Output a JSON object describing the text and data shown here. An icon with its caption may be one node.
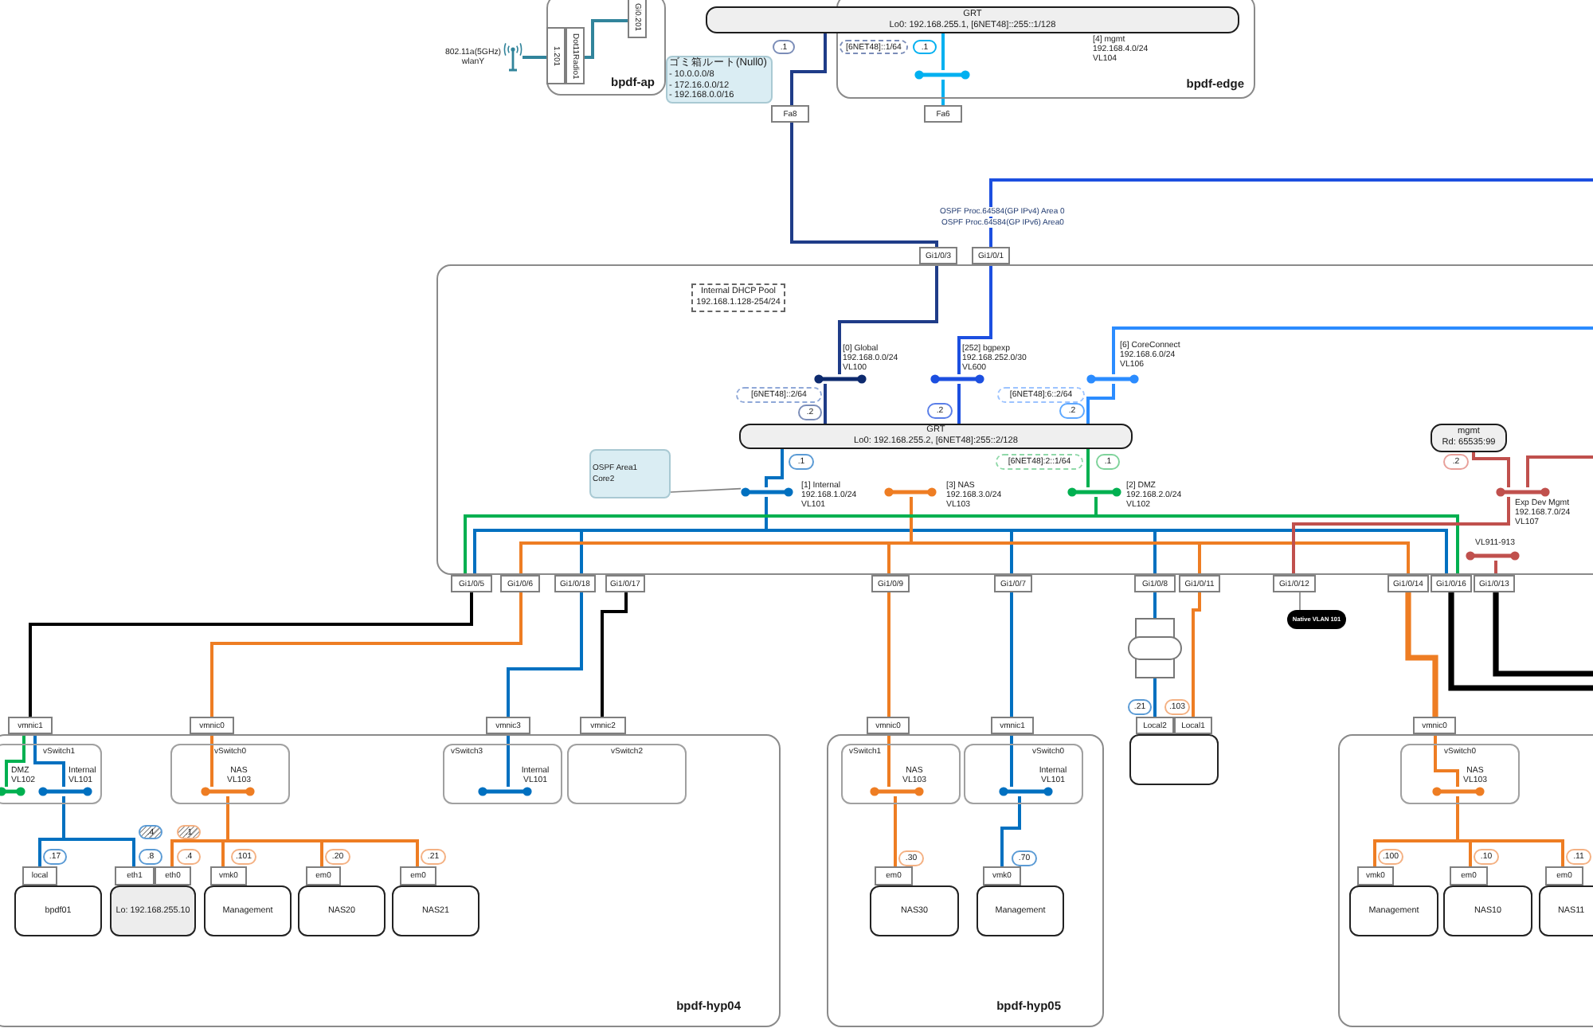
{
  "diagram": {
    "nodes": [
      {
        "text": [
          "bpdf-ap"
        ]
      },
      {
        "text": [
          "1.201"
        ],
        "in": 0
      },
      {
        "text": [
          "Dot11Radio1"
        ],
        "in": 0
      },
      {
        "text": [
          "Gi0.201"
        ],
        "in": 0
      },
      {
        "text": [],
        "shape": "picture",
        "beside": [
          "802.11a(5GHz) wlanY"
        ]
      },
      {
        "text": [
          "bpdf-edge"
        ]
      },
      {
        "text": [
          "GRT",
          "Lo0: 192.168.255.1, [6NET48]::255::1/128"
        ]
      },
      {
        "text": [
          "ゴミ箱ルート(Null0)",
          "- 10.0.0.0/8",
          "- 172.16.0.0/12",
          "- 192.168.0.0/16"
        ]
      },
      {
        "text": [
          ".1"
        ]
      },
      {
        "text": [
          "[6NET48]::1/64"
        ],
        "in": 5
      },
      {
        "text": [
          ".1"
        ],
        "in": 5
      },
      {
        "text": [],
        "shape": "bar",
        "beside": [
          "[4] mgmt",
          "192.168.4.0/24",
          "VL104"
        ],
        "in": 5
      },
      {
        "text": [
          "Fa8"
        ]
      },
      {
        "text": [
          "Fa6"
        ]
      },
      {
        "text": [],
        "shape": "box"
      },
      {
        "text": [
          "Gi1/0/3"
        ]
      },
      {
        "text": [
          "Gi1/0/1"
        ]
      },
      {
        "text": [
          "Internal DHCP Pool",
          "192.168.1.128-254/24"
        ],
        "in": 14
      },
      {
        "text": [],
        "shape": "bar",
        "beside": [
          "[0] Global",
          "192.168.0.0/24",
          "VL100"
        ],
        "in": 14
      },
      {
        "text": [],
        "shape": "bar",
        "beside": [
          "[252] bgpexp",
          "192.168.252.0/30",
          "VL600"
        ],
        "in": 14
      },
      {
        "text": [],
        "shape": "bar",
        "beside": [
          "[6] CoreConnect",
          "192.168.6.0/24",
          "VL106"
        ],
        "in": 14
      },
      {
        "text": [
          "[6NET48]::2/64"
        ],
        "in": 14
      },
      {
        "text": [
          ".2"
        ],
        "in": 14
      },
      {
        "text": [
          ".2"
        ],
        "in": 14
      },
      {
        "text": [
          "[6NET48]:6::2/64"
        ],
        "in": 14
      },
      {
        "text": [
          ".2"
        ],
        "in": 14
      },
      {
        "text": [
          "GRT",
          "Lo0: 192.168.255.2, [6NET48]:255::2/128"
        ],
        "in": 14
      },
      {
        "text": [
          ".1"
        ],
        "in": 14
      },
      {
        "text": [
          "[6NET48]:2::1/64"
        ],
        "in": 14
      },
      {
        "text": [
          ".1"
        ],
        "in": 14
      },
      {
        "text": [
          "OSPF Area1",
          "Core2"
        ],
        "in": 14
      },
      {
        "text": [],
        "shape": "bar",
        "beside": [
          "[1] Internal",
          "192.168.1.0/24",
          "VL101"
        ],
        "in": 14
      },
      {
        "text": [],
        "shape": "bar",
        "beside": [
          "[3] NAS",
          "192.168.3.0/24",
          "VL103"
        ],
        "in": 14
      },
      {
        "text": [],
        "shape": "bar",
        "beside": [
          "[2] DMZ",
          "192.168.2.0/24",
          "VL102"
        ],
        "in": 14
      },
      {
        "text": [
          "mgmt",
          "Rd: 65535:99"
        ],
        "in": 14
      },
      {
        "text": [
          ".2"
        ],
        "in": 14
      },
      {
        "text": [],
        "shape": "bar",
        "beside": [
          "Exp Dev Mgmt",
          "192.168.7.0/24",
          "VL107"
        ],
        "in": 14
      },
      {
        "text": [],
        "shape": "bar",
        "beside": [
          "VL911-913"
        ],
        "in": 14
      },
      {
        "text": [
          "Gi1/0/5"
        ]
      },
      {
        "text": [
          "Gi1/0/6"
        ]
      },
      {
        "text": [
          "Gi1/0/18"
        ]
      },
      {
        "text": [
          "Gi1/0/17"
        ]
      },
      {
        "text": [
          "Gi1/0/9"
        ]
      },
      {
        "text": [
          "Gi1/0/7"
        ]
      },
      {
        "text": [
          "Gi1/0/8"
        ]
      },
      {
        "text": [
          "Gi1/0/11"
        ]
      },
      {
        "text": [
          "Gi1/0/12"
        ]
      },
      {
        "text": [
          "Gi1/0/14"
        ]
      },
      {
        "text": [
          "Gi1/0/16"
        ]
      },
      {
        "text": [
          "Gi1/0/13"
        ]
      },
      {
        "text": [
          "Native VLAN 101"
        ]
      },
      {
        "text": [
          "bpdf-hyp04"
        ]
      },
      {
        "text": [
          "vmnic1"
        ]
      },
      {
        "text": [
          "vmnic0"
        ]
      },
      {
        "text": [
          "vmnic3"
        ]
      },
      {
        "text": [
          "vmnic2"
        ]
      },
      {
        "text": [
          "vSwitch1"
        ],
        "in": 51
      },
      {
        "text": [],
        "shape": "bar",
        "beside": [
          "DMZ",
          "VL102"
        ],
        "in": 56
      },
      {
        "text": [],
        "shape": "bar",
        "beside": [
          "Internal",
          "VL101"
        ],
        "in": 56
      },
      {
        "text": [
          "vSwitch0"
        ],
        "in": 51
      },
      {
        "text": [],
        "shape": "bar",
        "beside": [
          "NAS",
          "VL103"
        ],
        "in": 59
      },
      {
        "text": [
          "vSwitch3"
        ],
        "in": 51
      },
      {
        "text": [],
        "shape": "bar",
        "beside": [
          "Internal",
          "VL101"
        ],
        "in": 61
      },
      {
        "text": [
          "vSwitch2"
        ],
        "in": 51
      },
      {
        "text": [
          ".17"
        ],
        "in": 51
      },
      {
        "text": [
          ".4"
        ],
        "in": 51
      },
      {
        "text": [
          ".8"
        ],
        "in": 51
      },
      {
        "text": [
          ".1"
        ],
        "in": 51
      },
      {
        "text": [
          ".4"
        ],
        "in": 51
      },
      {
        "text": [
          ".101"
        ],
        "in": 51
      },
      {
        "text": [
          ".20"
        ],
        "in": 51
      },
      {
        "text": [
          ".21"
        ],
        "in": 51
      },
      {
        "text": [
          "local"
        ],
        "in": 51
      },
      {
        "text": [
          "eth1"
        ],
        "in": 51
      },
      {
        "text": [
          "eth0"
        ],
        "in": 51
      },
      {
        "text": [
          "vmk0"
        ],
        "in": 51
      },
      {
        "text": [
          "em0"
        ],
        "in": 51
      },
      {
        "text": [
          "em0"
        ],
        "in": 51
      },
      {
        "text": [
          "bpdf01"
        ],
        "in": 51
      },
      {
        "text": [
          "Lo: 192.168.255.10"
        ],
        "in": 51
      },
      {
        "text": [
          "Management"
        ],
        "in": 51
      },
      {
        "text": [
          "NAS20"
        ],
        "in": 51
      },
      {
        "text": [
          "NAS21"
        ],
        "in": 51
      },
      {
        "text": [
          "bpdf-hyp05"
        ]
      },
      {
        "text": [
          "vmnic0"
        ]
      },
      {
        "text": [
          "vmnic1"
        ]
      },
      {
        "text": [
          "vSwitch1"
        ],
        "in": 83
      },
      {
        "text": [],
        "shape": "bar",
        "beside": [
          "NAS",
          "VL103"
        ],
        "in": 86
      },
      {
        "text": [
          "vSwitch0"
        ],
        "in": 83
      },
      {
        "text": [],
        "shape": "bar",
        "beside": [
          "Internal",
          "VL101"
        ],
        "in": 88
      },
      {
        "text": [
          ".30"
        ],
        "in": 83
      },
      {
        "text": [
          ".70"
        ],
        "in": 83
      },
      {
        "text": [
          "em0"
        ],
        "in": 83
      },
      {
        "text": [
          "vmk0"
        ],
        "in": 83
      },
      {
        "text": [
          "NAS30"
        ],
        "in": 83
      },
      {
        "text": [
          "Management"
        ],
        "in": 83
      },
      {
        "text": [],
        "shape": "box"
      },
      {
        "text": [
          ".21"
        ]
      },
      {
        "text": [
          ".103"
        ]
      },
      {
        "text": [
          "Local2"
        ]
      },
      {
        "text": [
          "Local1"
        ]
      },
      {
        "text": [],
        "shape": "box"
      },
      {
        "text": [],
        "shape": "box"
      },
      {
        "text": [
          "vmnic0"
        ]
      },
      {
        "text": [
          "vSwitch0"
        ],
        "in": 102
      },
      {
        "text": [],
        "shape": "bar",
        "beside": [
          "NAS",
          "VL103"
        ],
        "in": 104
      },
      {
        "text": [
          ".100"
        ],
        "in": 102
      },
      {
        "text": [
          ".10"
        ],
        "in": 102
      },
      {
        "text": [
          ".11"
        ],
        "in": 102
      },
      {
        "text": [
          "vmk0"
        ],
        "in": 102
      },
      {
        "text": [
          "em0"
        ],
        "in": 102
      },
      {
        "text": [
          "em0"
        ],
        "in": 102
      },
      {
        "text": [
          "Management"
        ],
        "in": 102
      },
      {
        "text": [
          "NAS10"
        ],
        "in": 102
      },
      {
        "text": [
          "NAS11"
        ],
        "in": 102
      }
    ],
    "edges": [
      {
        "from": 4,
        "to": 1,
        "arrow": "none",
        "color": "#31849b"
      },
      {
        "from": 2,
        "to": 3,
        "arrow": "none",
        "color": "#31849b"
      },
      {
        "from": 6,
        "to": 12,
        "arrow": "none",
        "color": "#1f3c88"
      },
      {
        "from": 6,
        "to": 11,
        "arrow": "none",
        "color": "#00b0f0"
      },
      {
        "from": 11,
        "to": 13,
        "arrow": "none",
        "color": "#00b0f0"
      },
      {
        "from": 12,
        "to": 15,
        "arrow": "none",
        "color": "#1f3c88"
      },
      {
        "from": null,
        "to": 16,
        "arrow": "none",
        "color": "#1c4fe0"
      },
      {
        "from": 15,
        "to": 18,
        "arrow": "none",
        "color": "#1f3c88"
      },
      {
        "from": 18,
        "to": 26,
        "arrow": "none",
        "color": "#1f3c88"
      },
      {
        "from": 16,
        "to": 19,
        "arrow": "none",
        "color": "#1c4fe0"
      },
      {
        "from": 19,
        "to": 26,
        "arrow": "none",
        "color": "#1c4fe0"
      },
      {
        "from": null,
        "to": 20,
        "arrow": "none",
        "color": "#2b8cff"
      },
      {
        "from": 20,
        "to": 26,
        "arrow": "none",
        "color": "#2b8cff"
      },
      {
        "from": 26,
        "to": 31,
        "arrow": "none",
        "color": "#0070c0"
      },
      {
        "from": 26,
        "to": 33,
        "arrow": "none",
        "color": "#00b050"
      },
      {
        "from": 31,
        "to": 38,
        "arrow": "none",
        "color": "#0070c0"
      },
      {
        "from": 31,
        "to": 40,
        "arrow": "none",
        "color": "#0070c0"
      },
      {
        "from": 31,
        "to": 43,
        "arrow": "none",
        "color": "#0070c0"
      },
      {
        "from": 31,
        "to": 44,
        "arrow": "none",
        "color": "#0070c0"
      },
      {
        "from": 31,
        "to": 48,
        "arrow": "none",
        "color": "#0070c0"
      },
      {
        "from": 32,
        "to": 39,
        "arrow": "none"
      },
      {
        "from": 32,
        "to": 42,
        "arrow": "none"
      },
      {
        "from": 32,
        "to": 45,
        "arrow": "none"
      },
      {
        "from": 32,
        "to": 47,
        "arrow": "none"
      },
      {
        "from": 33,
        "to": 38,
        "arrow": "none",
        "color": "#00b050"
      },
      {
        "from": 33,
        "to": 48,
        "arrow": "none",
        "color": "#00b050"
      },
      {
        "from": 34,
        "to": 36,
        "arrow": "none",
        "color": "#c0504d"
      },
      {
        "from": 36,
        "to": 46,
        "arrow": "none",
        "color": "#c0504d"
      },
      {
        "from": 36,
        "to": null,
        "arrow": "none",
        "color": "#c0504d"
      },
      {
        "from": 37,
        "to": 49,
        "arrow": "none",
        "color": "#c0504d"
      },
      {
        "from": 46,
        "to": 50,
        "arrow": "none",
        "color": "#808080"
      },
      {
        "from": 38,
        "to": 52,
        "arrow": "none",
        "color": "#000000"
      },
      {
        "from": 39,
        "to": 53,
        "arrow": "none"
      },
      {
        "from": 40,
        "to": 54,
        "arrow": "none",
        "color": "#0070c0"
      },
      {
        "from": 41,
        "to": 55,
        "arrow": "none",
        "color": "#000000"
      },
      {
        "from": 42,
        "to": 84,
        "arrow": "none"
      },
      {
        "from": 43,
        "to": 85,
        "arrow": "none",
        "color": "#0070c0"
      },
      {
        "from": 44,
        "to": 96,
        "arrow": "none",
        "color": "#0070c0"
      },
      {
        "from": 96,
        "to": 99,
        "arrow": "none",
        "color": "#0070c0"
      },
      {
        "from": 45,
        "to": 100,
        "arrow": "none"
      },
      {
        "from": 47,
        "to": 103,
        "arrow": "none",
        "style": "thick"
      },
      {
        "from": 48,
        "to": null,
        "arrow": "none",
        "style": "thick",
        "color": "#000000"
      },
      {
        "from": 49,
        "to": null,
        "arrow": "none",
        "style": "thick",
        "color": "#000000"
      },
      {
        "from": 52,
        "to": 57,
        "arrow": "none",
        "color": "#00b050"
      },
      {
        "from": 52,
        "to": 58,
        "arrow": "none",
        "color": "#0070c0"
      },
      {
        "from": 58,
        "to": 72,
        "arrow": "none",
        "color": "#0070c0"
      },
      {
        "from": 58,
        "to": 73,
        "arrow": "none",
        "color": "#0070c0"
      },
      {
        "from": 53,
        "to": 60,
        "arrow": "none"
      },
      {
        "from": 60,
        "to": 74,
        "arrow": "none"
      },
      {
        "from": 60,
        "to": 75,
        "arrow": "none"
      },
      {
        "from": 60,
        "to": 76,
        "arrow": "none"
      },
      {
        "from": 60,
        "to": 77,
        "arrow": "none"
      },
      {
        "from": 54,
        "to": 62,
        "arrow": "none",
        "color": "#0070c0"
      },
      {
        "from": 84,
        "to": 87,
        "arrow": "none"
      },
      {
        "from": 87,
        "to": 92,
        "arrow": "none"
      },
      {
        "from": 85,
        "to": 89,
        "arrow": "none",
        "color": "#0070c0"
      },
      {
        "from": 89,
        "to": 93,
        "arrow": "none",
        "color": "#0070c0"
      },
      {
        "from": 103,
        "to": 105,
        "arrow": "none"
      },
      {
        "from": 105,
        "to": 109,
        "arrow": "none"
      },
      {
        "from": 105,
        "to": 110,
        "arrow": "none"
      },
      {
        "from": 105,
        "to": 111,
        "arrow": "none"
      },
      {
        "from": 30,
        "to": 31,
        "arrow": "none",
        "color": "#808080"
      }
    ],
    "labels": [
      "OSPF Proc.64584(GP IPv4) Area 0",
      "OSPF Proc.64584(GP IPv6) Area0"
    ]
  }
}
